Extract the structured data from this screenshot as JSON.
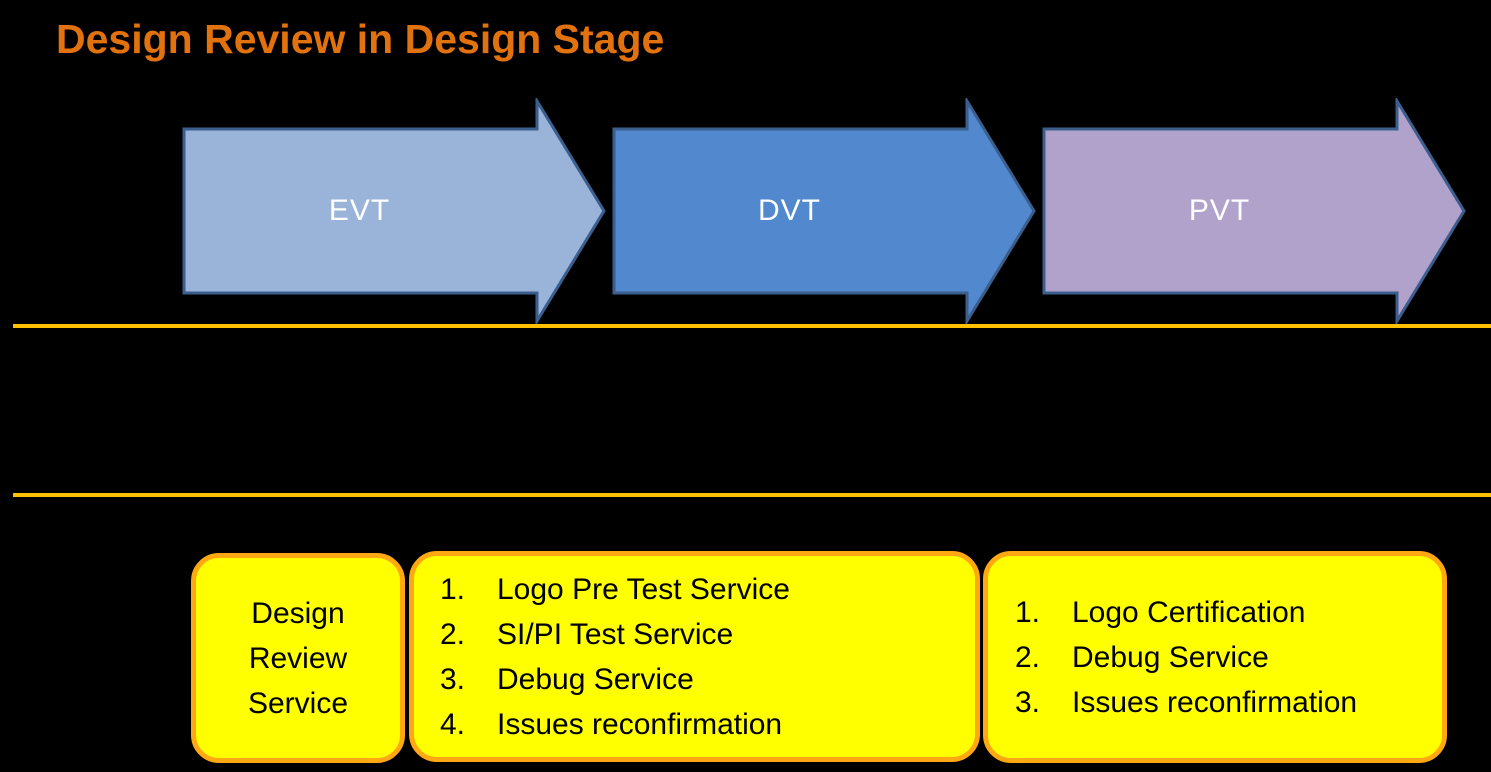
{
  "title": "Design Review in Design Stage",
  "colors": {
    "background": "#000000",
    "title_text": "#E2720D",
    "divider_line": "#FFC000",
    "arrow_border": "#3C5E8C",
    "arrow_label_text": "#FFFFFF",
    "box_fill": "#FFFF00",
    "box_border": "#FFA812",
    "box_text": "#000000"
  },
  "stages": [
    {
      "label": "EVT",
      "fill": "#99B3D9"
    },
    {
      "label": "DVT",
      "fill": "#5288CE"
    },
    {
      "label": "PVT",
      "fill": "#B1A2CB"
    }
  ],
  "design_review_box": {
    "lines": [
      "Design",
      "Review",
      "Service"
    ]
  },
  "dvt_services_box": {
    "markers": [
      "1.",
      "2.",
      "3.",
      "4."
    ],
    "items": [
      "Logo Pre Test Service",
      "SI/PI Test Service",
      "Debug Service",
      "Issues reconfirmation"
    ]
  },
  "pvt_services_box": {
    "markers": [
      "1.",
      "2.",
      "3."
    ],
    "items": [
      "Logo Certification",
      "Debug Service",
      "Issues reconfirmation"
    ]
  }
}
